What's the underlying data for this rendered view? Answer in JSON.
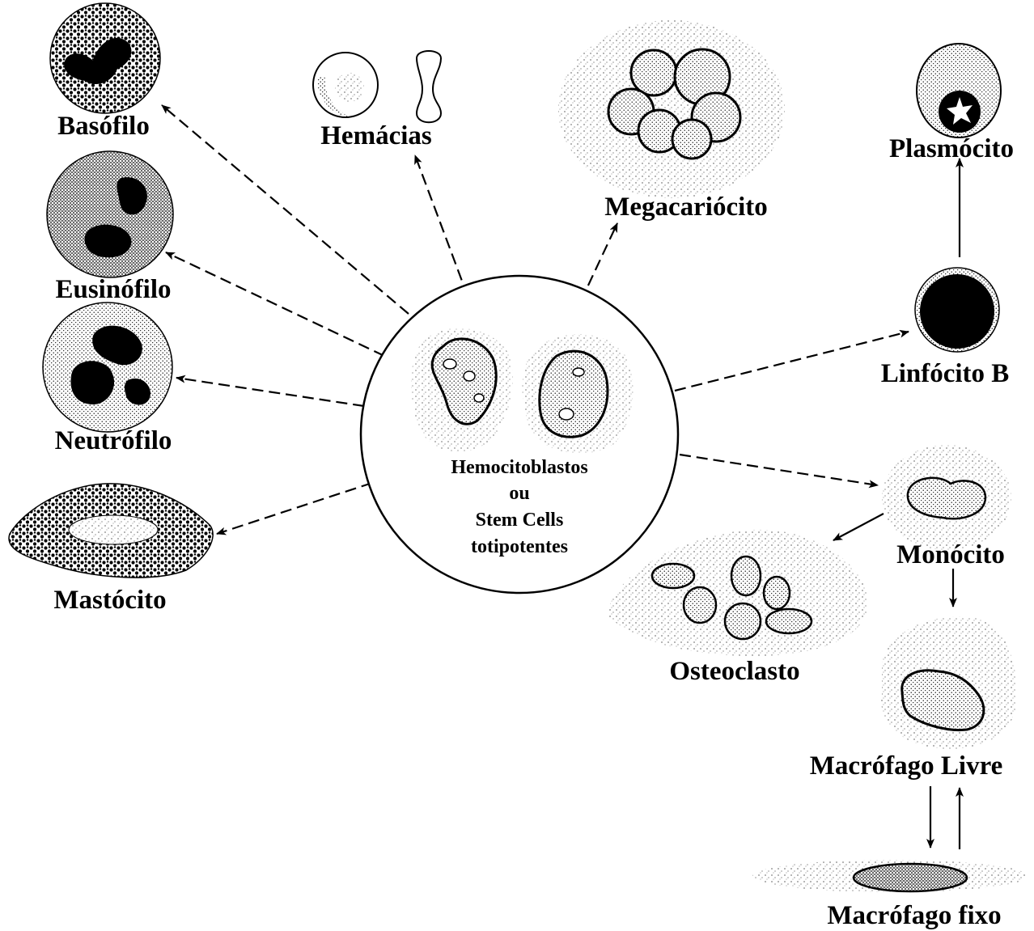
{
  "center": {
    "lines": [
      "Hemocitoblastos",
      "ou",
      "Stem Cells",
      "totipotentes"
    ]
  },
  "labels": {
    "basofilo": "Basófilo",
    "eusinofilo": "Eusinófilo",
    "neutrofilo": "Neutrófilo",
    "mastocito": "Mastócito",
    "hemacias": "Hemácias",
    "megacariocito": "Megacariócito",
    "plasmocito": "Plasmócito",
    "linfocito_b": "Linfócito B",
    "monocito": "Monócito",
    "osteoclasto": "Osteoclasto",
    "macrofago_livre": "Macrófago Livre",
    "macrofago_fixo": "Macrófago fixo"
  }
}
